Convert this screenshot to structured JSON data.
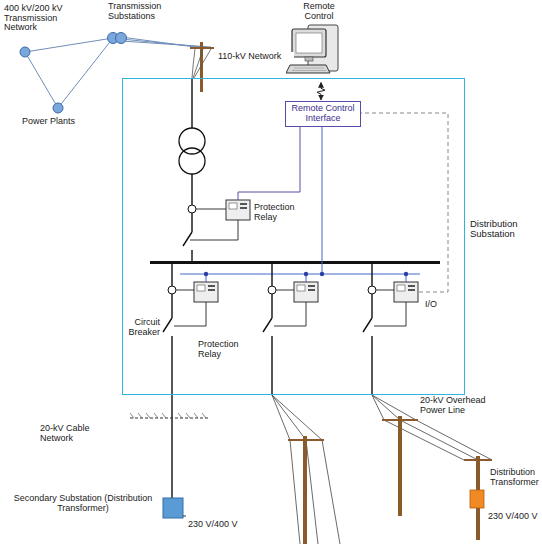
{
  "diagram": {
    "nodes": [
      {
        "text": [
          "Distribution Substation"
        ]
      },
      {
        "text": [
          "Remote Control Interface"
        ],
        "in": 0
      },
      {
        "text": [
          "Remote Control"
        ]
      }
    ],
    "edges": [
      {
        "from": 1,
        "to": 2,
        "arrow": "both"
      }
    ],
    "labels": [
      "400 kV/200 kV Transmission Network",
      "Transmission Substations",
      "Power Plants",
      "110-kV Network",
      "Protection Relay",
      "Circuit Breaker",
      "Protection Relay",
      "I/O",
      "20-kV Cable Network",
      "Secondary Substation (Distribution Transformer)",
      "230 V/400 V",
      "20-kV Overhead Power Line",
      "Distribution Transformer",
      "230 V/400 V"
    ]
  }
}
